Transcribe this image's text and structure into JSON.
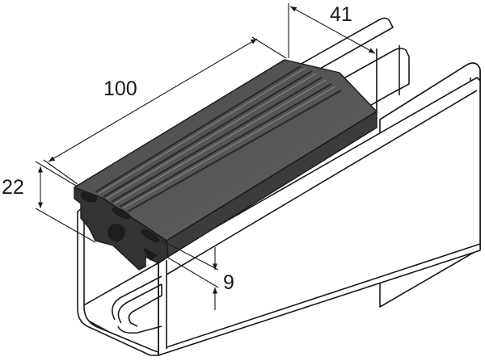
{
  "diagram": {
    "type": "isometric technical drawing",
    "subject": "rubber profile insert mounted on steel channel rail",
    "colors": {
      "line": "#1a1a1a",
      "rubber_top": "#5a5a5c",
      "rubber_side": "#3c3c3e",
      "rubber_dark": "#2a2a2b",
      "rail_fill": "#ffffff",
      "background": "#ffffff"
    }
  },
  "dimensions": {
    "length": {
      "label": "100",
      "unit": "mm"
    },
    "width": {
      "label": "41",
      "unit": "mm"
    },
    "height": {
      "label": "22",
      "unit": "mm"
    },
    "offset": {
      "label": "9",
      "unit": "mm"
    }
  }
}
